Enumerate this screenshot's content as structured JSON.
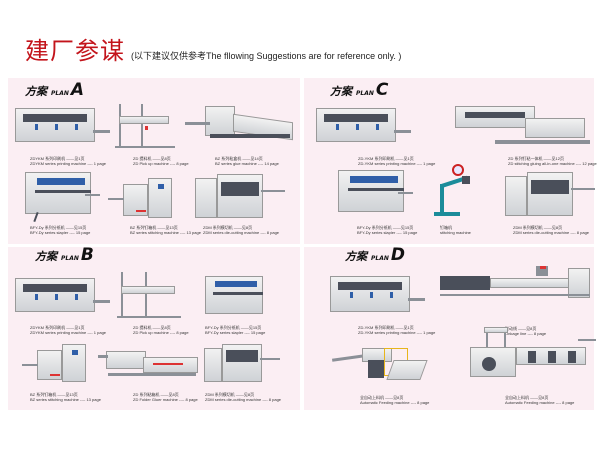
{
  "header": {
    "title": "建厂参谋",
    "subtitle": "(以下建议仅供参考The fllowing Suggestions are for reference only. )"
  },
  "colors": {
    "title": "#c3141b",
    "panel_bg": "#fbeef3"
  },
  "plans": {
    "A": {
      "cn": "方案",
      "plan": "PLAN",
      "letter": "A",
      "items": [
        {
          "icon": "printing-machine",
          "cn": "ZDYKM 系列印刷机 ——见1页",
          "en": "ZDYKM series printing machine ---- 1 page"
        },
        {
          "icon": "pick-up-machine",
          "cn": "ZD 提料机 ——见8页",
          "en": "ZD Pick up machine ---- 8 page"
        },
        {
          "icon": "glue-machine",
          "cn": "BZ 系列粘盒机 ——见14页",
          "en": "BZ series glue machine ---- 14 page"
        },
        {
          "icon": "slitter-machine",
          "cn": "BFY-Dy 系列分纸机 ——见15页",
          "en": "BFY-Dy series slapler ---- 15 page"
        },
        {
          "icon": "stitching-machine",
          "cn": "BZ 系列钉箱机 ——见13页",
          "en": "BZ series stitching machine ---- 13 page"
        },
        {
          "icon": "die-cutting-machine",
          "cn": "ZDM 系列模切机 ——见8页",
          "en": "ZDM series die-cutting machine ---- 8 page"
        }
      ]
    },
    "B": {
      "cn": "方案",
      "plan": "PLAN",
      "letter": "B",
      "items": [
        {
          "icon": "printing-machine",
          "cn": "ZDYKM 系列印刷机 ——见1页",
          "en": "ZDYKM series printing machine ---- 1 page"
        },
        {
          "icon": "pick-up-machine",
          "cn": "ZD 提料机 ——见8页",
          "en": "ZD Pick up machine ---- 8 page"
        },
        {
          "icon": "slitter-machine",
          "cn": "BFY-Dy 系列分纸机 ——见15页",
          "en": "BFY-Dy series slapler ---- 15 page"
        },
        {
          "icon": "stitching-machine",
          "cn": "BZ 系列钉箱机 ——见13页",
          "en": "BZ series stitching machine ---- 13 page"
        },
        {
          "icon": "folder-gluer-machine",
          "cn": "ZD 系列粘箱机 ——见8页",
          "en": "ZD Folder Gluer machine ---- 8 page"
        },
        {
          "icon": "die-cutting-machine",
          "cn": "ZDM 系列模切机 ——见8页",
          "en": "ZDM series die-cutting machine ---- 8 page"
        }
      ]
    },
    "C": {
      "cn": "方案",
      "plan": "PLAN",
      "letter": "C",
      "items": [
        {
          "icon": "printing-machine",
          "cn": "ZD-YKM 系列印刷机 ——见1页",
          "en": "ZD-YKM series printing machine ---- 1 page"
        },
        {
          "icon": "stitching-gluing-machine",
          "cn": "ZD 系列钉粘一体机 ——见12页",
          "en": "ZD stitching gluing all-in-one machine ---- 12 page"
        },
        {
          "icon": "slitter-machine",
          "cn": "BFY-Dy 系列分纸机 ——见15页",
          "en": "BFY-Dy series slapler ---- 15 page"
        },
        {
          "icon": "manual-stitching-machine",
          "cn": "钉箱机",
          "en": "stitching machine"
        },
        {
          "icon": "die-cutting-machine",
          "cn": "ZDM 系列模切机 ——见8页",
          "en": "ZDM series die-cutting machine ---- 8 page"
        }
      ]
    },
    "D": {
      "cn": "方案",
      "plan": "PLAN",
      "letter": "D",
      "items": [
        {
          "icon": "printing-machine",
          "cn": "ZD-YKM 系列印刷机 ——见1页",
          "en": "ZD-YKM series printing machine ---- 1 page"
        },
        {
          "icon": "linkage-line",
          "cn": "联动线 ——见8页",
          "en": "Linkage line ---- 8 page"
        },
        {
          "icon": "automatic-feeding-machine",
          "cn": "全自动上料机 ——见8页",
          "en": "Automatic Feeding machine ---- 8 page"
        },
        {
          "icon": "strapping-line",
          "cn": "全自动上料机 ——见8页",
          "en": "Automatic Feeding machine ---- 8 page"
        }
      ]
    }
  }
}
